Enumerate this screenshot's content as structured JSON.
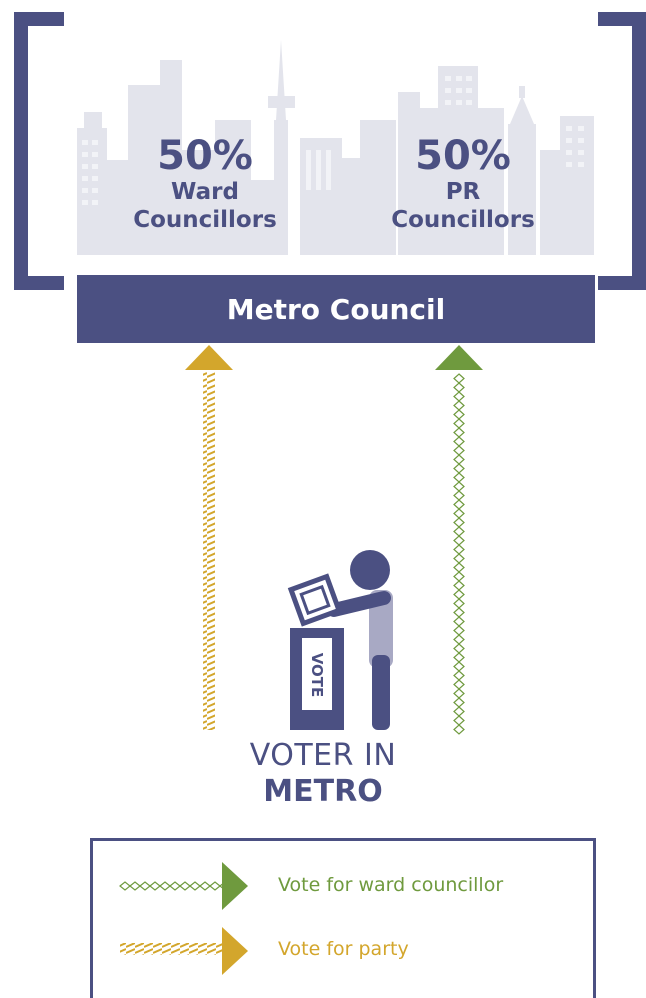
{
  "council": {
    "label": "Metro Council"
  },
  "groups": [
    {
      "percent": "50%",
      "line1": "Ward",
      "line2": "Councillors"
    },
    {
      "percent": "50%",
      "line1": "PR",
      "line2": "Councillors"
    }
  ],
  "ballot_box": {
    "label": "VOTE"
  },
  "voter": {
    "line1": "VOTER IN",
    "line2": "METRO"
  },
  "legend": [
    {
      "text": "Vote for ward councillor",
      "color": "#6f9a3e"
    },
    {
      "text": "Vote for party",
      "color": "#d3a62c"
    }
  ],
  "colors": {
    "navy": "#4b5082",
    "gold": "#d3a62c",
    "green": "#6f9a3e",
    "skyline": "#e3e4ec"
  }
}
